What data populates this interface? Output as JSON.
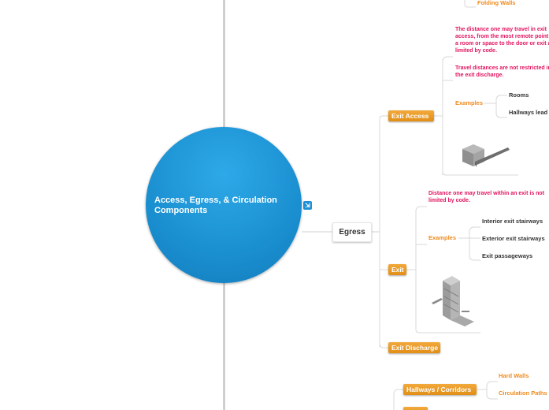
{
  "root": {
    "label": "Access, Egress, & Circulation Components",
    "link_icon": "external-link-icon"
  },
  "egress": {
    "label": "Egress"
  },
  "top_fragment": {
    "label": "Folding Walls"
  },
  "exit_access": {
    "label": "Exit Access",
    "definition": "The distance one may travel in exit access, from the most remote point in a room or space to the door or exit as limited by code.",
    "note": "Travel distances are not restricted in the exit discharge.",
    "examples_label": "Examples",
    "examples": [
      "Rooms",
      "Hallways lead"
    ],
    "image": "room-hallway-illustration"
  },
  "exit": {
    "label": "Exit",
    "definition": "Distance one may travel within an exit is not limited by code.",
    "examples_label": "Examples",
    "examples": [
      "Interior exit stairways",
      "Exterior exit stairways",
      "Exit passageways"
    ],
    "image": "stair-tower-illustration"
  },
  "exit_discharge": {
    "label": "Exit Discharge"
  },
  "hallways": {
    "label": "Hallways / Corridors",
    "items": [
      "Hard Walls",
      "Circulation Paths"
    ]
  },
  "colors": {
    "root": "#1a8fd0",
    "accent": "#ef8a1e",
    "definition": "#e3135f"
  }
}
